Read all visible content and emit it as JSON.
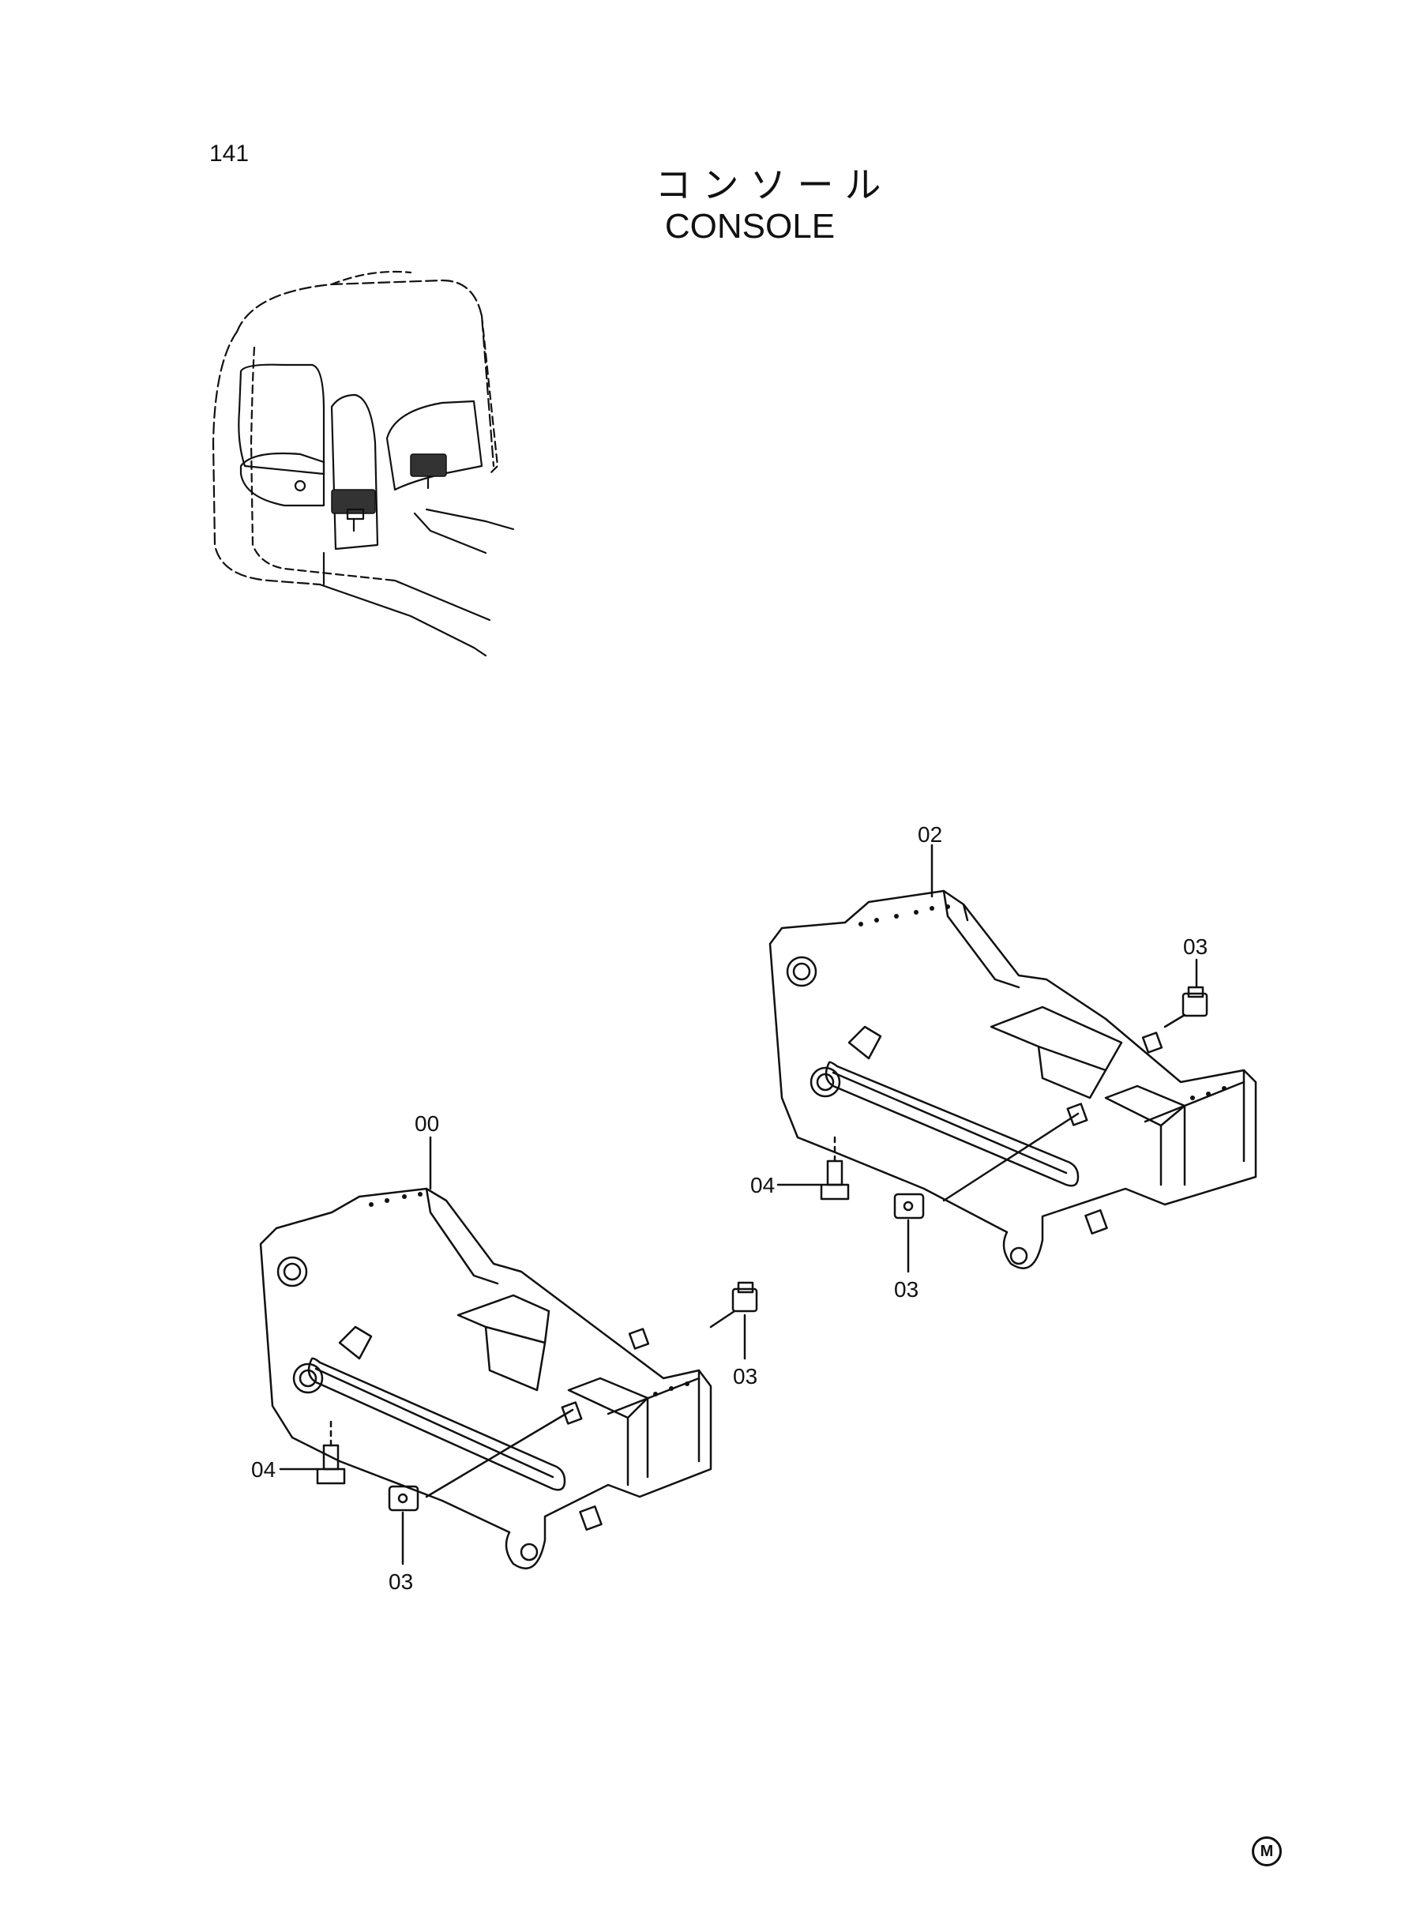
{
  "page_number": "141",
  "title_jp": "コンソール",
  "title_en": "CONSOLE",
  "part_labels": {
    "a00": "00",
    "a02": "02",
    "a03_right_top": "03",
    "a03_right_bottom": "03",
    "a04_right": "04",
    "a03_left_top": "03",
    "a03_left_bottom": "03",
    "a04_left": "04"
  },
  "corner_mark": "M"
}
